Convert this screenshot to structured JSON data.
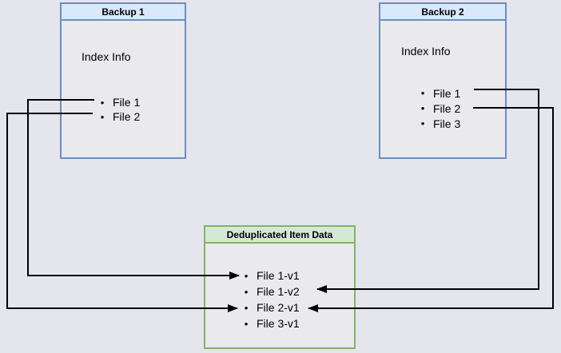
{
  "diagram": {
    "backup1": {
      "title": "Backup 1",
      "subtitle": "Index Info",
      "items": [
        "File 1",
        "File 2"
      ]
    },
    "backup2": {
      "title": "Backup 2",
      "subtitle": "Index Info",
      "items": [
        "File 1",
        "File 2",
        "File 3"
      ]
    },
    "dedup": {
      "title": "Deduplicated Item Data",
      "items": [
        "File 1-v1",
        "File 1-v2",
        "File 2-v1",
        "File 3-v1"
      ]
    },
    "bullet_glyph": "•",
    "connections": [
      {
        "from": "Backup 1 / File 1",
        "to": "Deduplicated Item Data / File 1-v1",
        "route": "left"
      },
      {
        "from": "Backup 1 / File 2",
        "to": "Deduplicated Item Data / File 2-v1",
        "route": "left"
      },
      {
        "from": "Backup 2 / File 1",
        "to": "Deduplicated Item Data / File 1-v2",
        "route": "right"
      },
      {
        "from": "Backup 2 / File 2",
        "to": "Deduplicated Item Data / File 2-v1",
        "route": "right"
      }
    ],
    "colors": {
      "canvas_bg": "#e5e5ee",
      "box_bg": "#eae9ec",
      "blue_fill": "#dae8fc",
      "blue_border": "#6c8ebf",
      "green_fill": "#d5e8d4",
      "green_border": "#82b366",
      "arrow": "#000000",
      "text": "#000000"
    }
  }
}
